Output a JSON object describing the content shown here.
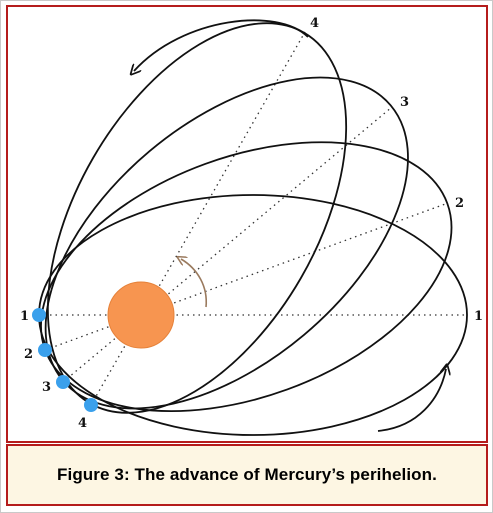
{
  "caption": "Figure 3: The advance of Mercury’s perihelion.",
  "labels": {
    "aphelion_1": "1",
    "aphelion_2": "2",
    "aphelion_3": "3",
    "aphelion_4": "4",
    "perihelion_1": "1",
    "perihelion_2": "2",
    "perihelion_3": "3",
    "perihelion_4": "4"
  },
  "colors": {
    "sun": "#f79550",
    "perihelion_marker": "#3aa0ec",
    "frame_border": "#b51c1c",
    "caption_background": "#fdf6e3",
    "rotation_arrow": "#9a7a5e"
  }
}
